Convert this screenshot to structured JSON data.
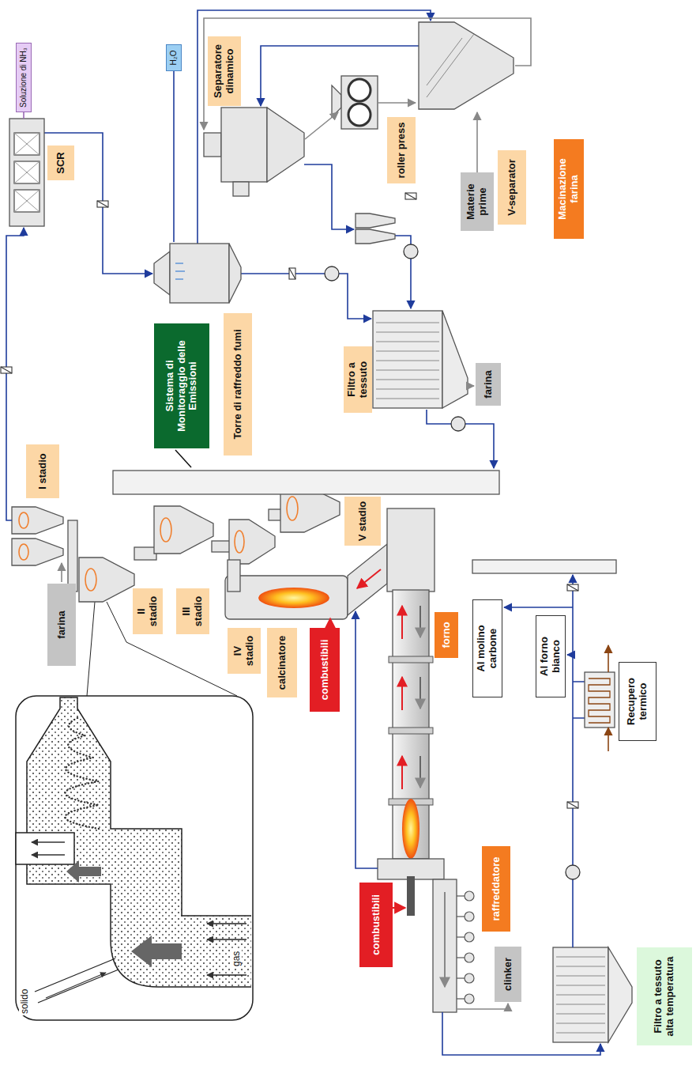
{
  "diagram": {
    "nodes": [
      {
        "text": [
          "Soluzione di NH₃"
        ]
      },
      {
        "text": [
          "SCR"
        ]
      },
      {
        "text": [
          "H₂O"
        ]
      },
      {
        "text": [
          "Separatore dinamico"
        ]
      },
      {
        "text": [
          "roller press"
        ]
      },
      {
        "text": [
          "Materie prime"
        ]
      },
      {
        "text": [
          "V-separator"
        ]
      },
      {
        "text": [
          "Macinazione farina"
        ]
      },
      {
        "text": [
          "Sistema di Monitoraggio delle Emissioni"
        ]
      },
      {
        "text": [
          "Torre di raffreddo fumi"
        ]
      },
      {
        "text": [
          "Filtro a tessuto"
        ]
      },
      {
        "text": [
          "farina"
        ]
      },
      {
        "text": [
          "I stadio"
        ]
      },
      {
        "text": [
          "farina"
        ]
      },
      {
        "text": [
          "II stadio"
        ]
      },
      {
        "text": [
          "III stadio"
        ]
      },
      {
        "text": [
          "IV stadio"
        ]
      },
      {
        "text": [
          "calcinatore"
        ]
      },
      {
        "text": [
          "V stadio"
        ]
      },
      {
        "text": [
          "combustibili"
        ]
      },
      {
        "text": [
          "forno"
        ]
      },
      {
        "text": [
          "combustibili"
        ]
      },
      {
        "text": [
          "raffreddatore"
        ]
      },
      {
        "text": [
          "clinker"
        ]
      },
      {
        "text": [
          "Filtro a tessuto alta temperatura"
        ]
      },
      {
        "text": [
          "Al molino carbone"
        ]
      },
      {
        "text": [
          "Al forno bianco"
        ]
      },
      {
        "text": [
          "Recupero termico"
        ]
      }
    ],
    "labels": [
      "solido",
      "gas"
    ]
  }
}
